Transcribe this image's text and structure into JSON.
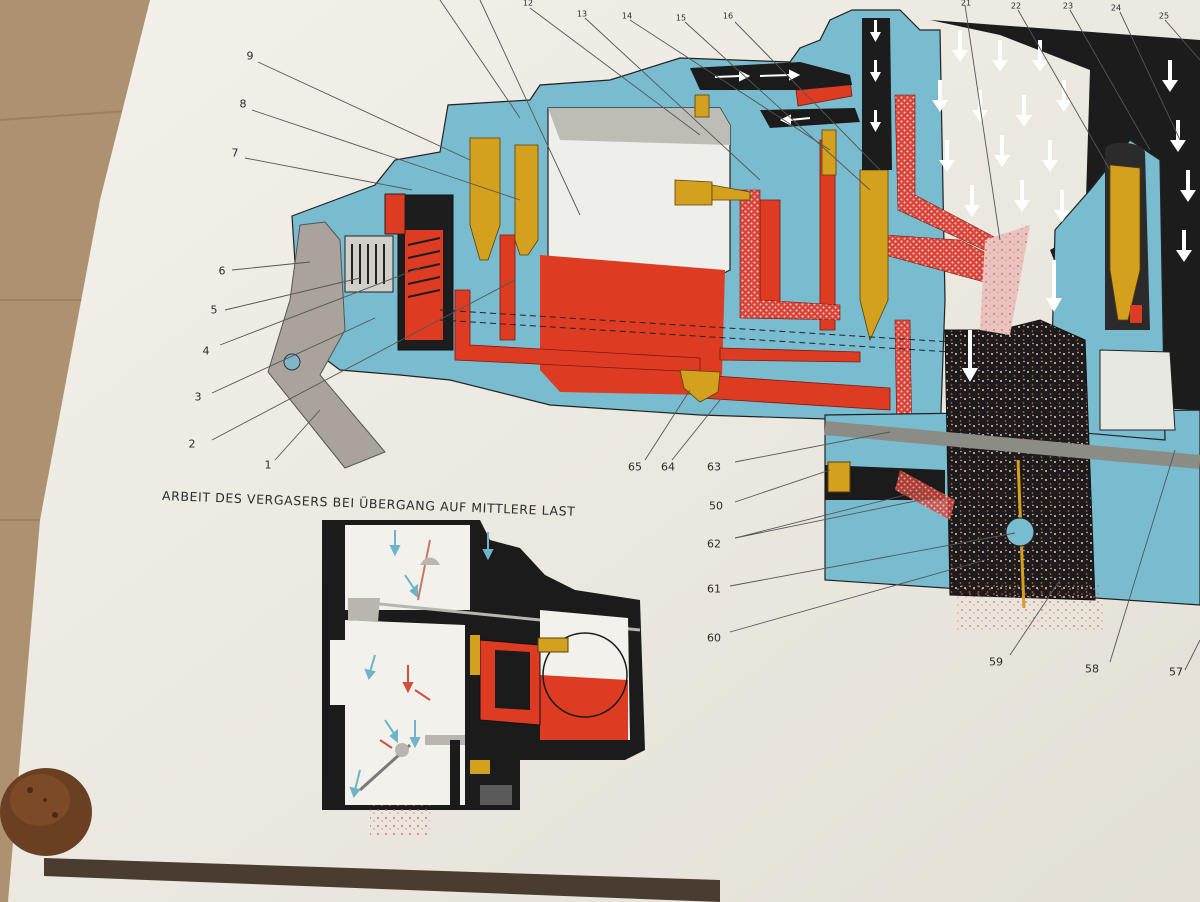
{
  "diagram": {
    "title": "ARBEIT DES VERGASERS BEI ÜBERGANG AUF MITTLERE LAST",
    "callouts": [
      {
        "id": "1",
        "text": "1"
      },
      {
        "id": "2",
        "text": "2"
      },
      {
        "id": "3",
        "text": "3"
      },
      {
        "id": "4",
        "text": "4"
      },
      {
        "id": "5",
        "text": "5"
      },
      {
        "id": "6",
        "text": "6"
      },
      {
        "id": "7",
        "text": "7"
      },
      {
        "id": "8",
        "text": "8"
      },
      {
        "id": "9",
        "text": "9"
      },
      {
        "id": "12",
        "text": "12"
      },
      {
        "id": "13",
        "text": "13"
      },
      {
        "id": "14",
        "text": "14"
      },
      {
        "id": "15",
        "text": "15"
      },
      {
        "id": "16",
        "text": "16"
      },
      {
        "id": "21",
        "text": "21"
      },
      {
        "id": "22",
        "text": "22"
      },
      {
        "id": "23",
        "text": "23"
      },
      {
        "id": "24",
        "text": "24"
      },
      {
        "id": "25",
        "text": "25"
      },
      {
        "id": "65",
        "text": "65"
      },
      {
        "id": "64",
        "text": "64"
      },
      {
        "id": "63",
        "text": "63"
      },
      {
        "id": "50",
        "text": "50"
      },
      {
        "id": "62",
        "text": "62"
      },
      {
        "id": "61",
        "text": "61"
      },
      {
        "id": "60",
        "text": "60"
      },
      {
        "id": "59",
        "text": "59"
      },
      {
        "id": "58",
        "text": "58"
      },
      {
        "id": "57",
        "text": "57"
      }
    ]
  },
  "colors": {
    "housing_blue": "#79bcd0",
    "fuel_red": "#dd3c22",
    "brass": "#d4a11e",
    "mixture_black": "#1b1b1b",
    "paper": "#efece4",
    "lever_grey": "#a9a39c"
  }
}
